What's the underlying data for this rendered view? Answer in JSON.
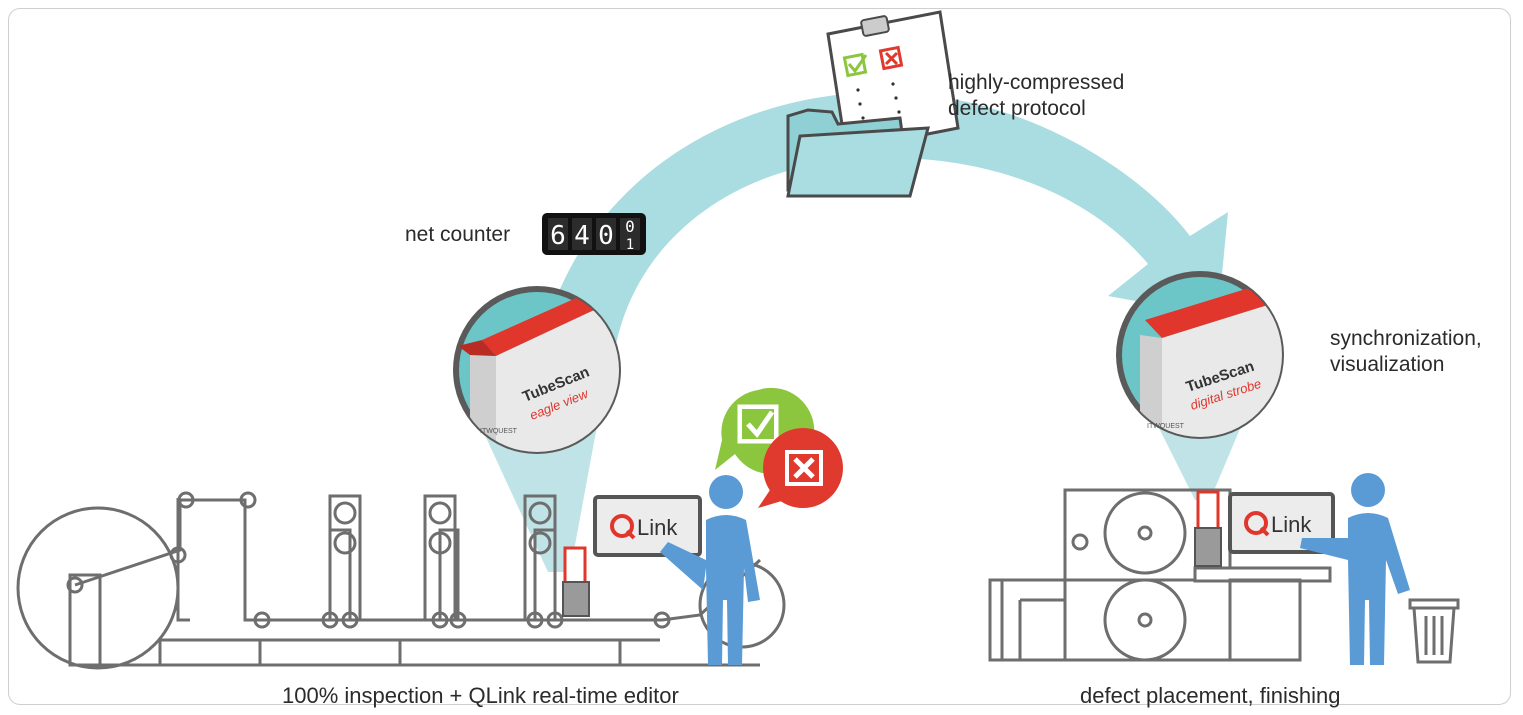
{
  "labels": {
    "protocol": [
      "highly-compressed",
      "defect protocol"
    ],
    "net_counter": "net counter",
    "counter_digits": [
      "6",
      "4",
      "0",
      "0"
    ],
    "counter_rolling_digit": "1",
    "sync": [
      "synchronization,",
      "visualization"
    ],
    "left_caption": "100% inspection + QLink real-time editor",
    "right_caption": "defect placement, finishing"
  },
  "left_camera": {
    "brand": "TubeScan",
    "model": "eagle view",
    "maker": "ITWQUEST"
  },
  "right_camera": {
    "brand": "TubeScan",
    "model": "digital strobe",
    "maker": "ITWQUEST"
  },
  "qlink_left": {
    "label": "Link"
  },
  "qlink_right": {
    "label": "Link"
  },
  "colors": {
    "arc": "#a9dde1",
    "beam": "#bfe3e6",
    "lens": "#6cc6c8",
    "brand_red": "#e0362c",
    "check_green": "#8cc63f",
    "cross_red": "#e03a2f",
    "person": "#5b9bd5",
    "line": "#6e6e6e"
  }
}
